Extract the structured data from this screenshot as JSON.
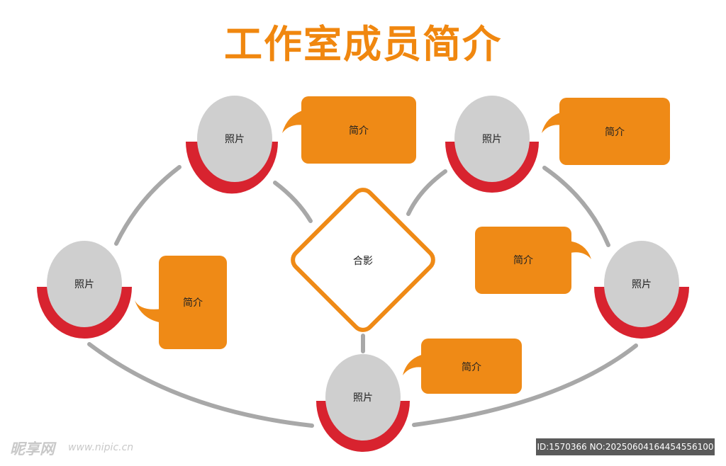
{
  "title": "工作室成员简介",
  "center": {
    "label": "合影"
  },
  "members": [
    {
      "photo_label": "照片",
      "intro_label": "简介"
    },
    {
      "photo_label": "照片",
      "intro_label": "简介"
    },
    {
      "photo_label": "照片",
      "intro_label": "简介"
    },
    {
      "photo_label": "照片",
      "intro_label": "简介"
    },
    {
      "photo_label": "照片",
      "intro_label": "简介"
    }
  ],
  "colors": {
    "title": "#f0870f",
    "bubble": "#ef8a16",
    "photo_fill": "#cfcfcf",
    "photo_arc": "#d8232f",
    "connector": "#a8a8a8",
    "diamond_border": "#ef8a16"
  },
  "watermark": {
    "site_logo": "昵享网",
    "site_url": "www.nipic.cn",
    "id_text": "ID:1570366 NO:20250604164454556100"
  }
}
